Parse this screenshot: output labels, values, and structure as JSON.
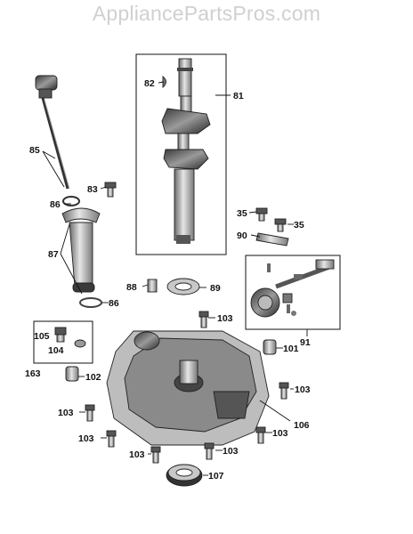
{
  "watermark": "AppliancePartsPros.com",
  "callouts": [
    {
      "id": "82",
      "name": "callout-82"
    },
    {
      "id": "81",
      "name": "callout-81"
    },
    {
      "id": "85",
      "name": "callout-85"
    },
    {
      "id": "83",
      "name": "callout-83"
    },
    {
      "id": "86",
      "name": "callout-86-top"
    },
    {
      "id": "35",
      "name": "callout-35-left"
    },
    {
      "id": "35",
      "name": "callout-35-right"
    },
    {
      "id": "90",
      "name": "callout-90"
    },
    {
      "id": "87",
      "name": "callout-87"
    },
    {
      "id": "88",
      "name": "callout-88"
    },
    {
      "id": "89",
      "name": "callout-89"
    },
    {
      "id": "86",
      "name": "callout-86-bottom"
    },
    {
      "id": "103",
      "name": "callout-103-a"
    },
    {
      "id": "91",
      "name": "callout-91"
    },
    {
      "id": "105",
      "name": "callout-105"
    },
    {
      "id": "104",
      "name": "callout-104"
    },
    {
      "id": "101",
      "name": "callout-101"
    },
    {
      "id": "163",
      "name": "callout-163"
    },
    {
      "id": "102",
      "name": "callout-102"
    },
    {
      "id": "103",
      "name": "callout-103-b"
    },
    {
      "id": "103",
      "name": "callout-103-c"
    },
    {
      "id": "106",
      "name": "callout-106"
    },
    {
      "id": "103",
      "name": "callout-103-d"
    },
    {
      "id": "103",
      "name": "callout-103-e"
    },
    {
      "id": "103",
      "name": "callout-103-f"
    },
    {
      "id": "103",
      "name": "callout-103-g"
    },
    {
      "id": "107",
      "name": "callout-107"
    }
  ]
}
